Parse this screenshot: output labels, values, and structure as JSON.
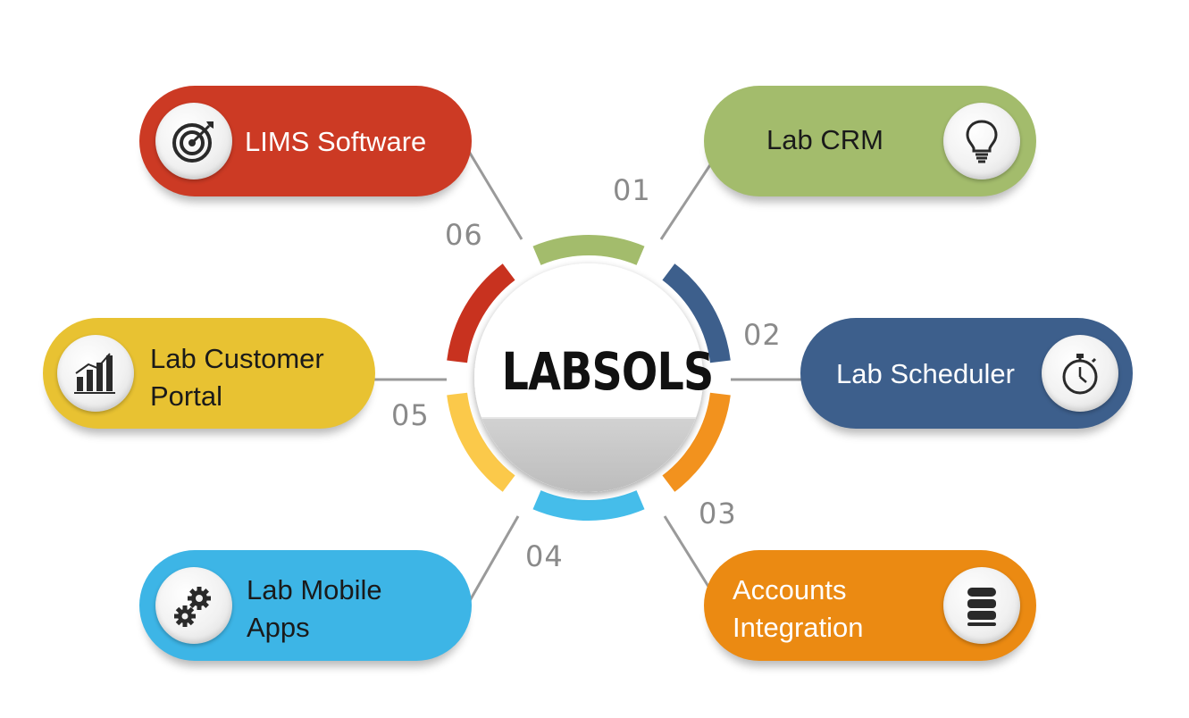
{
  "center": {
    "title": "LABSOLS"
  },
  "items": [
    {
      "number": "01",
      "label_lines": [
        "Lab CRM"
      ],
      "color": "#a3bc6c",
      "icon": "lightbulb-icon"
    },
    {
      "number": "02",
      "label_lines": [
        "Lab Scheduler"
      ],
      "color": "#3d5f8c",
      "icon": "stopwatch-icon"
    },
    {
      "number": "03",
      "label_lines": [
        "Accounts",
        "Integration"
      ],
      "color": "#eb8a12",
      "icon": "database-icon"
    },
    {
      "number": "04",
      "label_lines": [
        "Lab Mobile",
        "Apps"
      ],
      "color": "#3db5e6",
      "icon": "gears-icon"
    },
    {
      "number": "05",
      "label_lines": [
        "Lab Customer",
        "Portal"
      ],
      "color": "#e8c232",
      "icon": "bar-chart-icon"
    },
    {
      "number": "06",
      "label_lines": [
        "LIMS Software"
      ],
      "color": "#cc3a24",
      "icon": "target-icon"
    }
  ],
  "ring": {
    "segment_colors": [
      "#a3bc6c",
      "#3d5f8c",
      "#f2921e",
      "#45bdea",
      "#fbc94a",
      "#c8321f"
    ],
    "center_bottom_color": "#c9c9c9"
  }
}
